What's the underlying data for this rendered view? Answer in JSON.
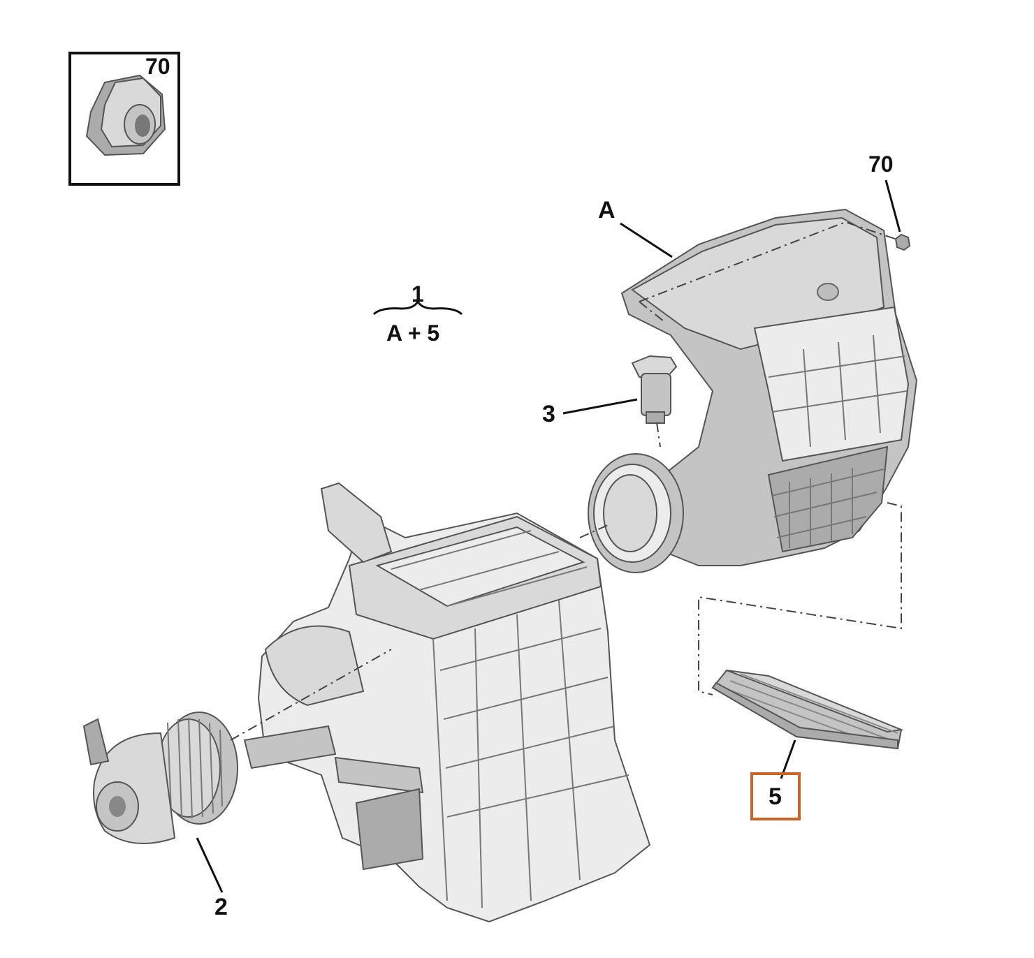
{
  "callouts": {
    "inset_nut": "70",
    "nut": "70",
    "housing": "A",
    "assembly_number": "1",
    "assembly_formula": "A + 5",
    "resistor": "3",
    "blower_motor": "2",
    "cabin_filter": "5"
  },
  "colors": {
    "highlight_box": "#c8662a",
    "line": "#111111",
    "part_fill": "#d0d0d0"
  }
}
